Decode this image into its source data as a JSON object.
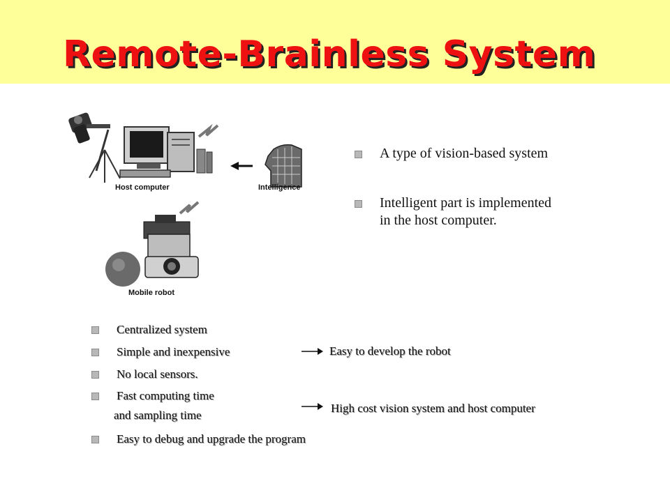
{
  "title": "Remote-Brainless System",
  "figure": {
    "host_label": "Host computer",
    "intelligence_label": "Intelligence",
    "robot_label": "Mobile robot"
  },
  "right_bullets": [
    "A type of vision-based system",
    "Intelligent part is implemented\nin the host computer."
  ],
  "lower_bullets": [
    "Centralized system",
    "Simple and inexpensive",
    "No local sensors.",
    "Fast computing time",
    "Easy to debug and upgrade the program"
  ],
  "lower_bullet_continuation": "and sampling time",
  "notes": [
    "Easy  to develop the robot",
    "High cost vision system and host computer"
  ]
}
